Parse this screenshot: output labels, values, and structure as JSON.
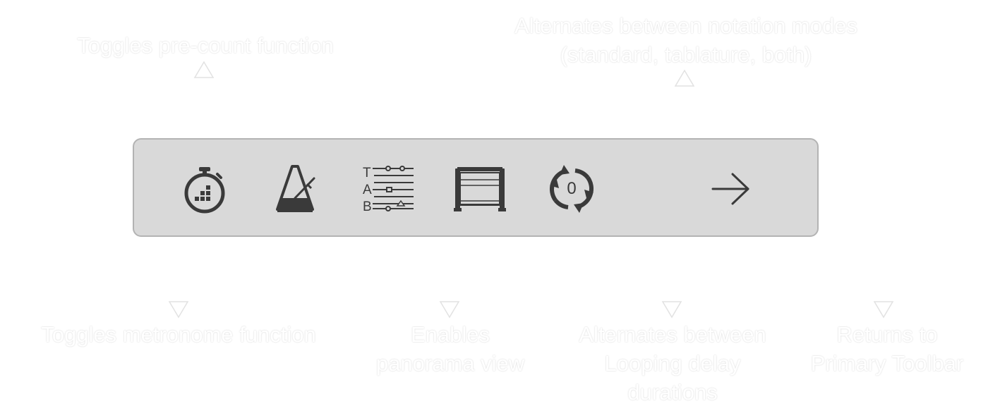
{
  "annotations": {
    "precount": "Toggles pre-count function",
    "notation_line1": "Alternates between notation modes",
    "notation_line2": "(standard, tablature, both)",
    "metronome": "Toggles metronome function",
    "panorama_line1": "Enables",
    "panorama_line2": "panorama view",
    "looping_line1": "Alternates between",
    "looping_line2": "Looping delay",
    "looping_line3": "durations",
    "return_line1": "Returns to",
    "return_line2": "Primary Toolbar"
  },
  "toolbar": {
    "tab_letters": [
      "T",
      "A",
      "B"
    ],
    "loop_delay_value": "0",
    "icons": [
      "stopwatch-icon",
      "metronome-icon",
      "tablature-icon",
      "panorama-icon",
      "loop-delay-icon",
      "arrow-right-icon"
    ],
    "background": "#d9d9d9",
    "icon_color": "#3a3a3a"
  }
}
